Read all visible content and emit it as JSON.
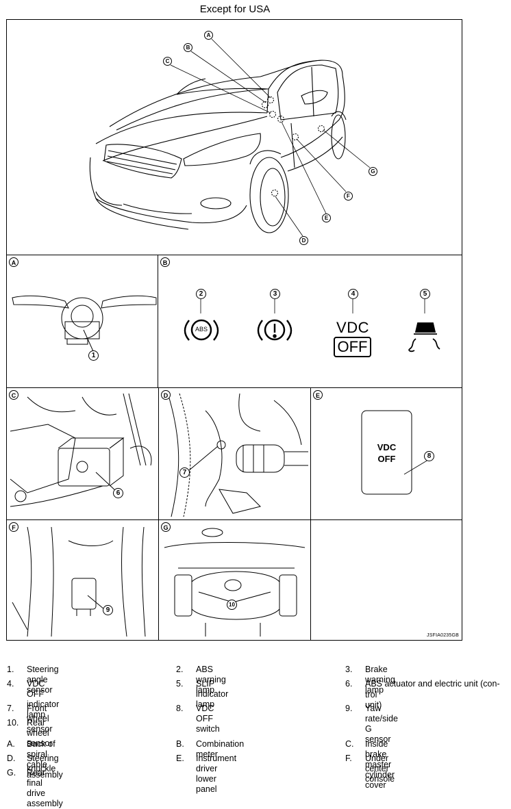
{
  "title": "Except for USA",
  "figure_id": "JSFIA0235GB",
  "panel_labels": {
    "A": "A",
    "B": "B",
    "C": "C",
    "D": "D",
    "E": "E",
    "F": "F",
    "G": "G"
  },
  "car_callouts": [
    "A",
    "B",
    "C",
    "D",
    "E",
    "F",
    "G"
  ],
  "numbers": [
    "1",
    "2",
    "3",
    "4",
    "5",
    "6",
    "7",
    "8",
    "9",
    "10"
  ],
  "lamps": {
    "abs_text": "ABS",
    "vdc_text": "VDC",
    "off_text": "OFF"
  },
  "switch_text": {
    "line1": "VDC",
    "line2": "OFF"
  },
  "legend_numbered": [
    {
      "key": "1.",
      "text": "Steering angle sensor"
    },
    {
      "key": "2.",
      "text": "ABS warning lamp"
    },
    {
      "key": "3.",
      "text": "Brake warning lamp"
    },
    {
      "key": "4.",
      "text": "VDC OFF indicator lamp"
    },
    {
      "key": "5.",
      "text": "SLIP indicator lamp"
    },
    {
      "key": "6.",
      "text": "ABS actuator and electric unit (con-"
    },
    {
      "key": "",
      "text": "trol unit)"
    },
    {
      "key": "7.",
      "text": "Front wheel sensor"
    },
    {
      "key": "8.",
      "text": "VDC OFF switch"
    },
    {
      "key": "9.",
      "text": "Yaw rate/side G sensor"
    },
    {
      "key": "10.",
      "text": "Rear wheel sensor"
    }
  ],
  "legend_lettered": [
    {
      "key": "A.",
      "text": "Back of spiral cable assembly"
    },
    {
      "key": "B.",
      "text": "Combination meter"
    },
    {
      "key": "C.",
      "text": "Inside brake master cylinder cover"
    },
    {
      "key": "D.",
      "text": "Steering knuckle"
    },
    {
      "key": "E.",
      "text": "Instrument driver lower panel"
    },
    {
      "key": "F.",
      "text": "Under center console"
    },
    {
      "key": "G.",
      "text": "Rear final drive assembly"
    }
  ]
}
